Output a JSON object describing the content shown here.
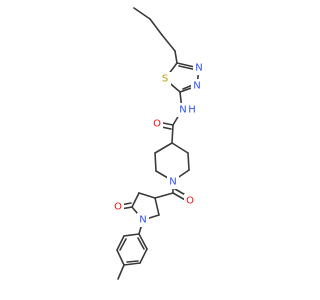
{
  "molecule": {
    "atoms": [
      {
        "id": "S1",
        "symbol": "S",
        "color": "#b8a200"
      },
      {
        "id": "N2",
        "symbol": "N",
        "color": "#3050f8"
      },
      {
        "id": "N3",
        "symbol": "N",
        "color": "#3050f8"
      },
      {
        "id": "NH",
        "symbol": "N",
        "color": "#3050f8"
      },
      {
        "id": "H",
        "symbol": "H",
        "color": "#3050f8"
      },
      {
        "id": "O1",
        "symbol": "O",
        "color": "#ff0d0d"
      },
      {
        "id": "N4",
        "symbol": "N",
        "color": "#3050f8"
      },
      {
        "id": "O2",
        "symbol": "O",
        "color": "#ff0d0d"
      },
      {
        "id": "O3",
        "symbol": "O",
        "color": "#ff0d0d"
      },
      {
        "id": "N5",
        "symbol": "N",
        "color": "#3050f8"
      }
    ]
  }
}
